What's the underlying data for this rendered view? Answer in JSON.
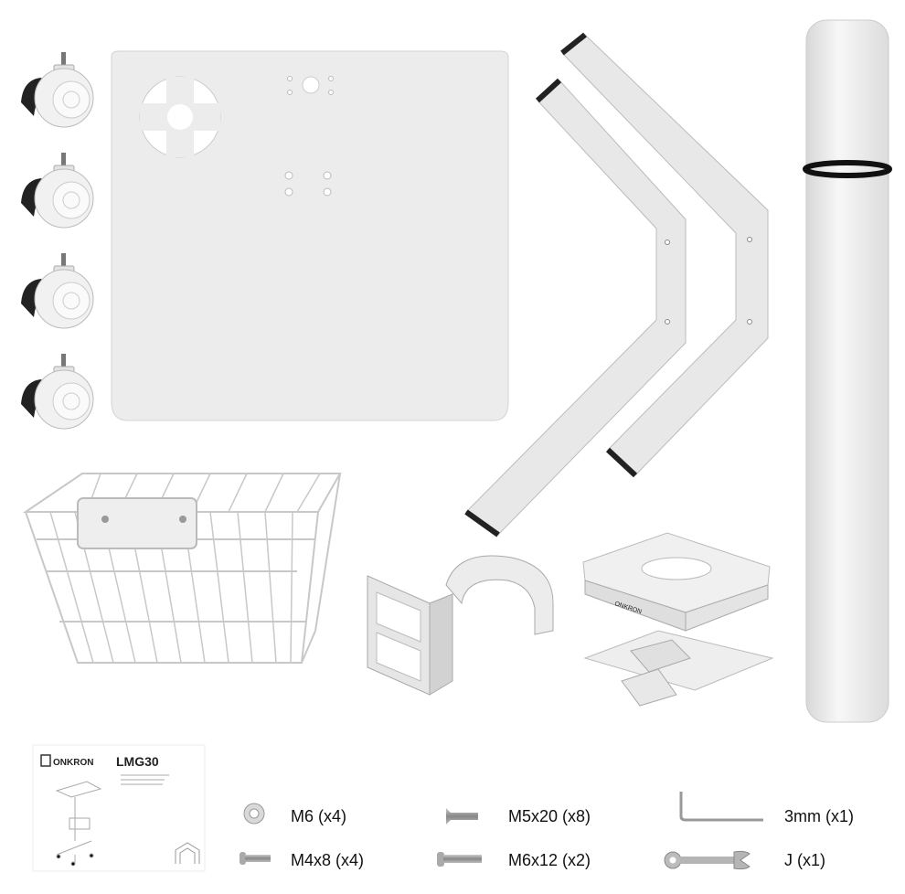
{
  "manual": {
    "brand": "ONKRON",
    "model": "LMG30"
  },
  "hardware": [
    {
      "label": "M6 (x4)",
      "icon": "nut-icon"
    },
    {
      "label": "M4x8 (x4)",
      "icon": "screw-icon"
    },
    {
      "label": "M5x20 (x8)",
      "icon": "countersunk-screw-icon"
    },
    {
      "label": "M6x12 (x2)",
      "icon": "screw-icon"
    },
    {
      "label": "3mm (x1)",
      "icon": "hex-key-icon"
    },
    {
      "label": "J (x1)",
      "icon": "wrench-icon"
    }
  ],
  "colors": {
    "part": "#ededed",
    "edge": "#c9c9c9",
    "dark": "#222222"
  }
}
